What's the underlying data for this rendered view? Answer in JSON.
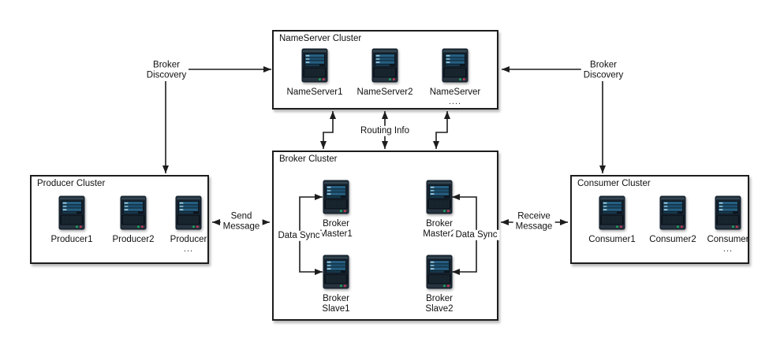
{
  "colors": {
    "line": "#1d1d1d",
    "box_border": "#1d1d1d",
    "server_body": "#16222e",
    "server_stripe_light": "#255f82",
    "server_stripe_dark": "#1d4f6e",
    "led_green": "#1da05c",
    "led_red": "#bf3a55"
  },
  "clusters": {
    "nameserver": {
      "title": "NameServer Cluster",
      "nodes": [
        {
          "label": "NameServer1",
          "sub": ""
        },
        {
          "label": "NameServer2",
          "sub": ""
        },
        {
          "label": "NameServer",
          "sub": "...."
        }
      ]
    },
    "producer": {
      "title": "Producer Cluster",
      "nodes": [
        {
          "label": "Producer1",
          "sub": ""
        },
        {
          "label": "Producer2",
          "sub": ""
        },
        {
          "label": "Producer",
          "sub": "..."
        }
      ]
    },
    "consumer": {
      "title": "Consumer Cluster",
      "nodes": [
        {
          "label": "Consumer1",
          "sub": ""
        },
        {
          "label": "Consumer2",
          "sub": ""
        },
        {
          "label": "Consumer",
          "sub": "..."
        }
      ]
    },
    "broker": {
      "title": "Broker Cluster",
      "nodes": [
        {
          "label": "Broker",
          "label2": "Master1"
        },
        {
          "label": "Broker",
          "label2": "Master2"
        },
        {
          "label": "Broker",
          "label2": "Slave1"
        },
        {
          "label": "Broker",
          "label2": "Slave2"
        }
      ]
    }
  },
  "edges": {
    "broker_discovery_left": {
      "line1": "Broker",
      "line2": "Discovery"
    },
    "broker_discovery_right": {
      "line1": "Broker",
      "line2": "Discovery"
    },
    "routing_info": {
      "line1": "Routing Info"
    },
    "send_message": {
      "line1": "Send",
      "line2": "Message"
    },
    "receive_message": {
      "line1": "Receive",
      "line2": "Message"
    },
    "data_sync_left": {
      "line1": "Data Sync"
    },
    "data_sync_right": {
      "line1": "Data Sync"
    }
  }
}
